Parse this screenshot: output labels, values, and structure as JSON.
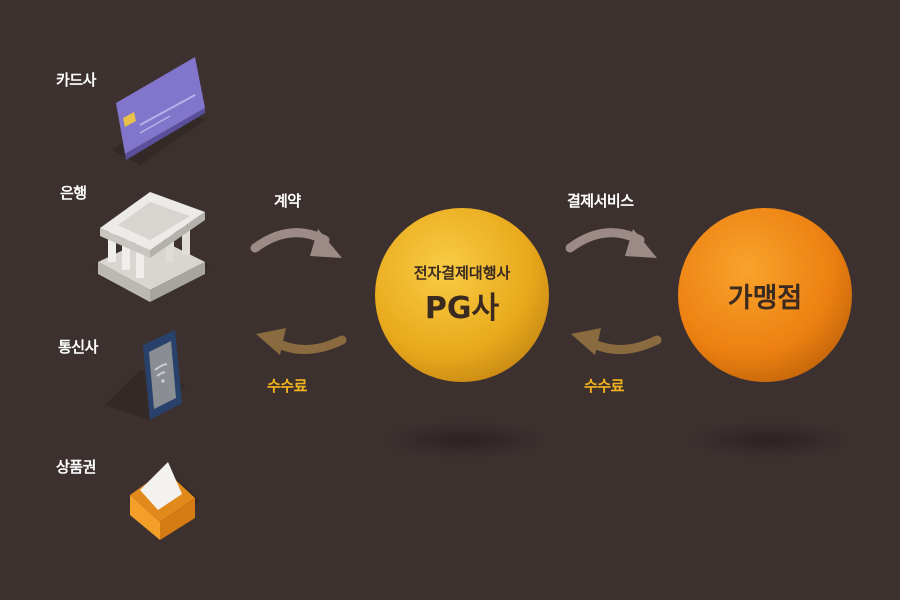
{
  "sources": {
    "card": "카드사",
    "bank": "은행",
    "telecom": "통신사",
    "giftcard": "상품권"
  },
  "flow": {
    "contract": "계약",
    "payment_service": "결제서비스",
    "fee_left": "수수료",
    "fee_right": "수수료"
  },
  "pg": {
    "subtitle": "전자결제대행사",
    "title": "PG사"
  },
  "merchant": {
    "title": "가맹점"
  },
  "colors": {
    "background": "#3d3130",
    "pg_circle": "#f0b51f",
    "merchant_circle": "#f2890f",
    "fee_text": "#f2b51d",
    "arrow_top": "#9c8a86",
    "arrow_bottom": "#8a6a3f",
    "card": "#7b6fc4"
  },
  "icons": {
    "card": "credit-card-icon",
    "bank": "bank-building-icon",
    "telecom": "smartphone-wifi-icon",
    "giftcard": "envelope-icon"
  }
}
